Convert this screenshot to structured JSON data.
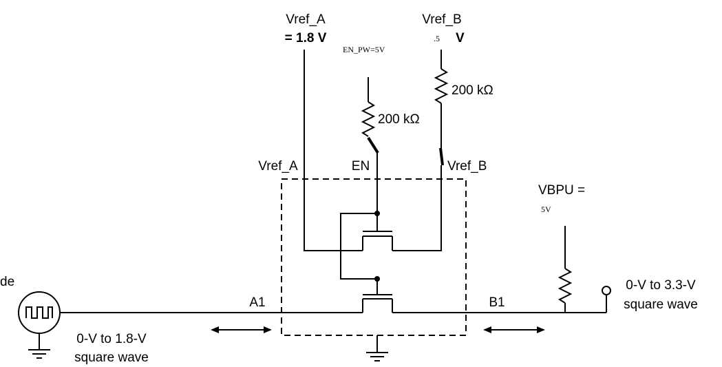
{
  "labels": {
    "vref_a_top": "Vref_A",
    "vref_a_value": "= 1.8 V",
    "vref_b_top": "Vref_B",
    "vref_b_value_small": ".5",
    "vref_b_value_unit": "V",
    "en_pw": "EN_PW=5V",
    "resistor_en": "200 kΩ",
    "resistor_b": "200 kΩ",
    "vref_a_pin": "Vref_A",
    "en_pin": "EN",
    "vref_b_pin": "Vref_B",
    "vbpu": "VBPU =",
    "vbpu_value": "5V",
    "a1": "A1",
    "b1": "B1",
    "left_cut": "de",
    "left_wave_line1": "0-V to 1.8-V",
    "left_wave_line2": "square wave",
    "right_wave_line1": "0-V to 3.3-V",
    "right_wave_line2": "square wave"
  }
}
